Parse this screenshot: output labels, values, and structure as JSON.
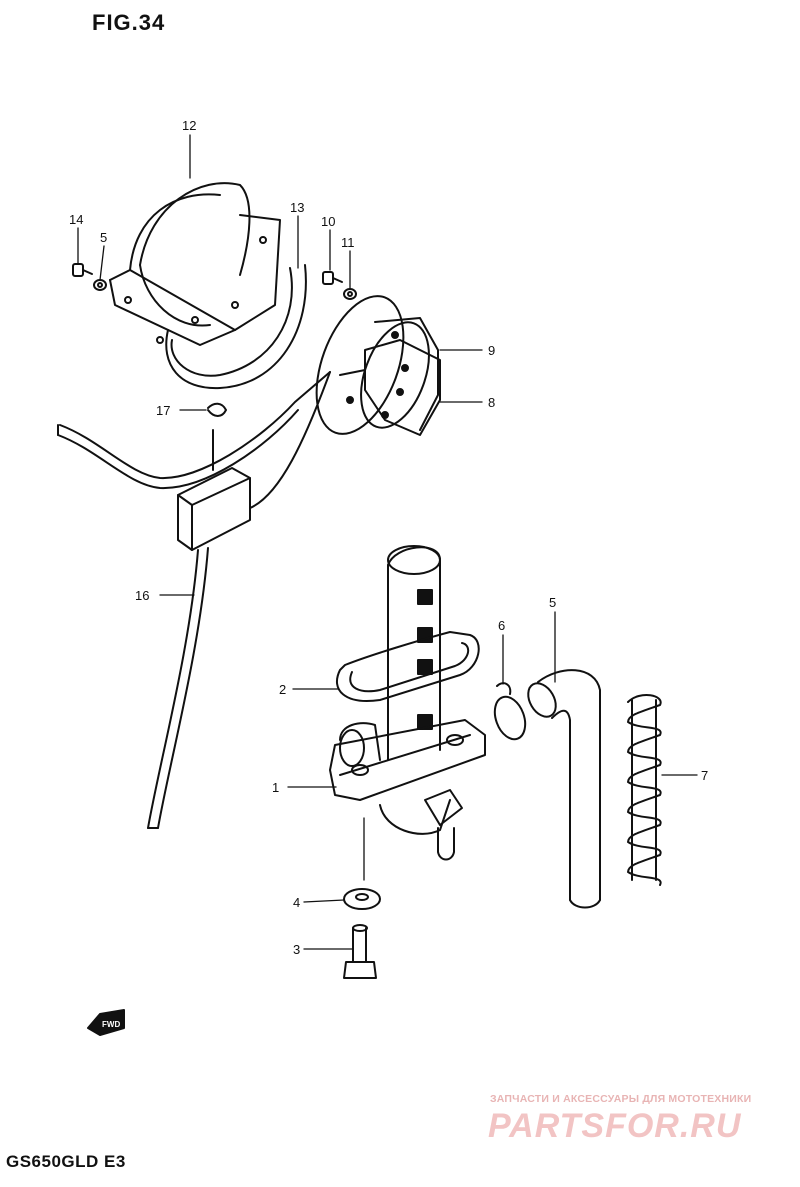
{
  "figure": {
    "title": "FIG.34",
    "model": "GS650GLD E3"
  },
  "callouts": [
    {
      "id": "c1",
      "label": "1"
    },
    {
      "id": "c2",
      "label": "2"
    },
    {
      "id": "c3",
      "label": "3"
    },
    {
      "id": "c4",
      "label": "4"
    },
    {
      "id": "c5",
      "label": "5"
    },
    {
      "id": "c5b",
      "label": "5"
    },
    {
      "id": "c6",
      "label": "6"
    },
    {
      "id": "c7",
      "label": "7"
    },
    {
      "id": "c8",
      "label": "8"
    },
    {
      "id": "c9",
      "label": "9"
    },
    {
      "id": "c10",
      "label": "10"
    },
    {
      "id": "c11",
      "label": "11"
    },
    {
      "id": "c12",
      "label": "12"
    },
    {
      "id": "c13",
      "label": "13"
    },
    {
      "id": "c14",
      "label": "14"
    },
    {
      "id": "c16",
      "label": "16"
    },
    {
      "id": "c17",
      "label": "17"
    }
  ],
  "direction_arrow": {
    "label": "FWD",
    "icon": "forward-arrow-icon"
  },
  "watermark": {
    "tagline": "ЗАПЧАСТИ И АКСЕССУАРЫ ДЛЯ МОТОТЕХНИКИ",
    "brand": "PARTSFOR.RU",
    "color": "#f2c4c4"
  }
}
